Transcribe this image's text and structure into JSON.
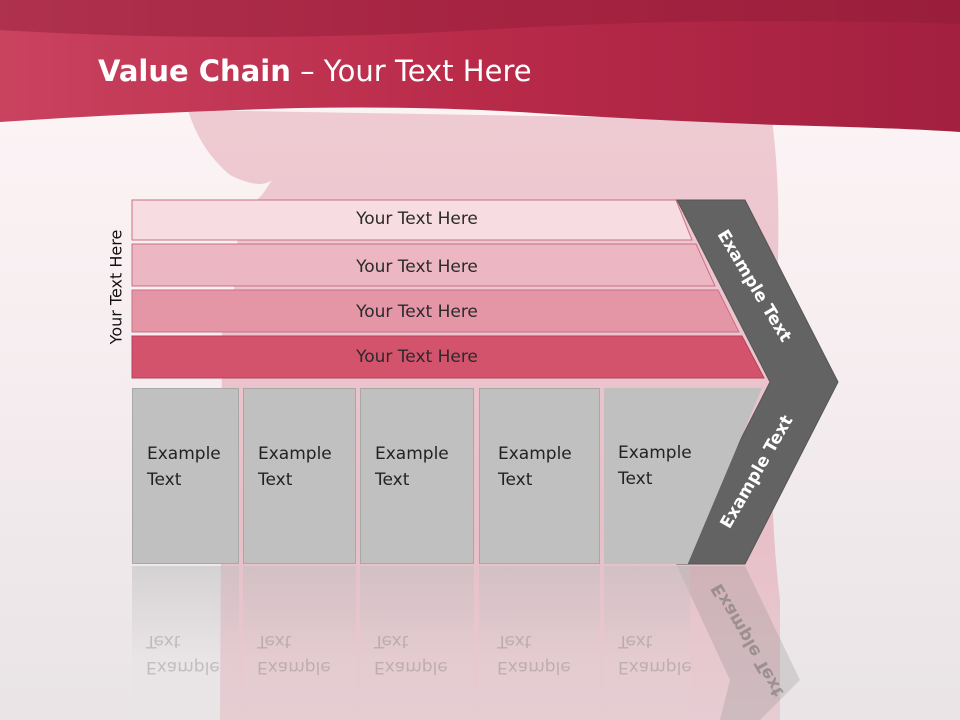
{
  "slide": {
    "title_bold": "Value Chain",
    "title_rest": " – Your Text Here",
    "side_label": "Your Text Here",
    "bands": [
      {
        "label": "Your Text Here",
        "color": "#f7dde2"
      },
      {
        "label": "Your Text Here",
        "color": "#ecb7c3"
      },
      {
        "label": "Your Text Here",
        "color": "#e596a6"
      },
      {
        "label": "Your Text Here",
        "color": "#d4536c"
      }
    ],
    "boxes": [
      {
        "line1": "Example",
        "line2": "Text"
      },
      {
        "line1": "Example",
        "line2": "Text"
      },
      {
        "line1": "Example",
        "line2": "Text"
      },
      {
        "line1": "Example",
        "line2": "Text"
      },
      {
        "line1": "Example",
        "line2": "Text"
      }
    ],
    "arrow_top_label": "Example Text",
    "arrow_bottom_label": "Example Text",
    "colors": {
      "header": "#c33055",
      "arrow": "#636363",
      "box": "#c0c0c0"
    }
  }
}
